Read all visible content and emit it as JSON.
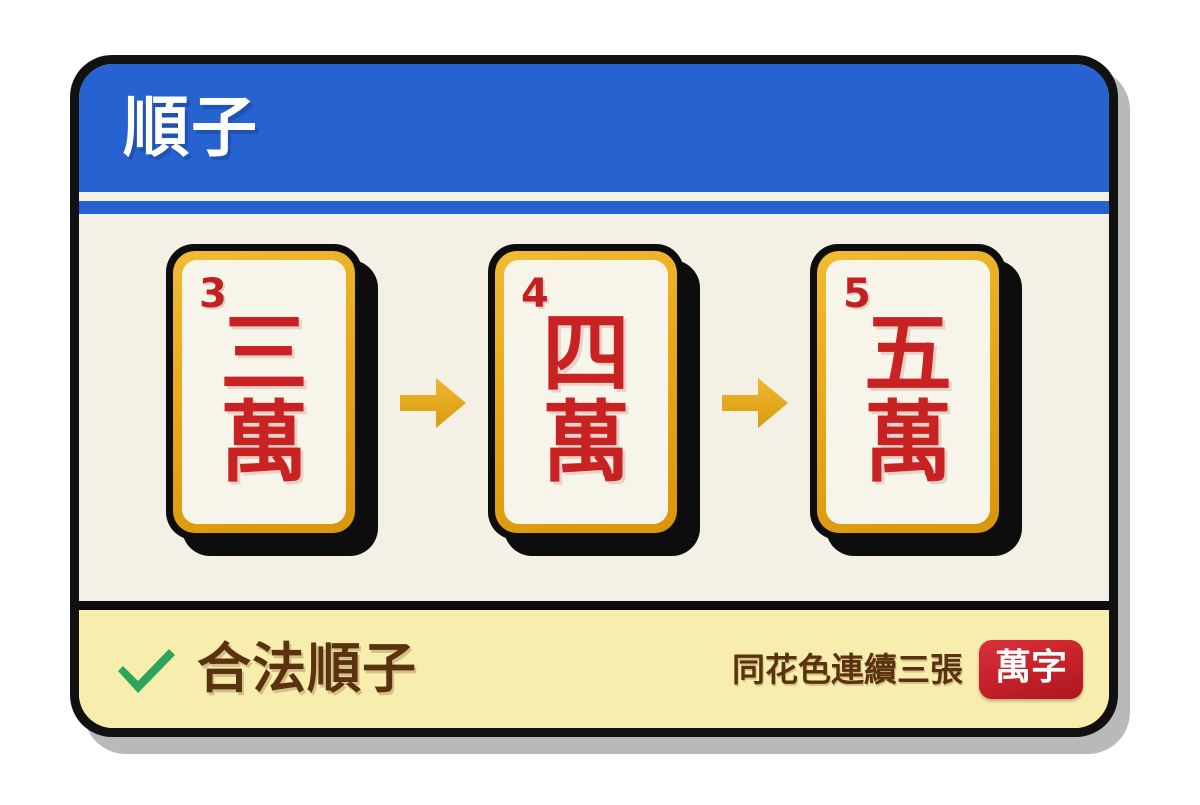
{
  "header": {
    "title": "順子"
  },
  "colors": {
    "header_blue": "#2663d1",
    "body_cream": "#f4f0e6",
    "tile_gold": "#e8a91b",
    "tile_red": "#c82222",
    "footer_yellow": "#f7eeae",
    "footer_brown": "#5a3210",
    "check_green": "#2ba45c",
    "badge_red": "#c8202a",
    "card_black": "#0d0d0d"
  },
  "body": {
    "tiles": [
      {
        "number": "3",
        "glyph_top": "三",
        "glyph_bottom": "萬"
      },
      {
        "number": "4",
        "glyph_top": "四",
        "glyph_bottom": "萬"
      },
      {
        "number": "5",
        "glyph_top": "五",
        "glyph_bottom": "萬"
      }
    ],
    "arrows": [
      {
        "name": "arrow-right-icon"
      },
      {
        "name": "arrow-right-icon"
      }
    ]
  },
  "footer": {
    "check_icon": "check-icon",
    "status_label": "合法順子",
    "note": "同花色連續三張",
    "suit_badge": "萬字"
  }
}
